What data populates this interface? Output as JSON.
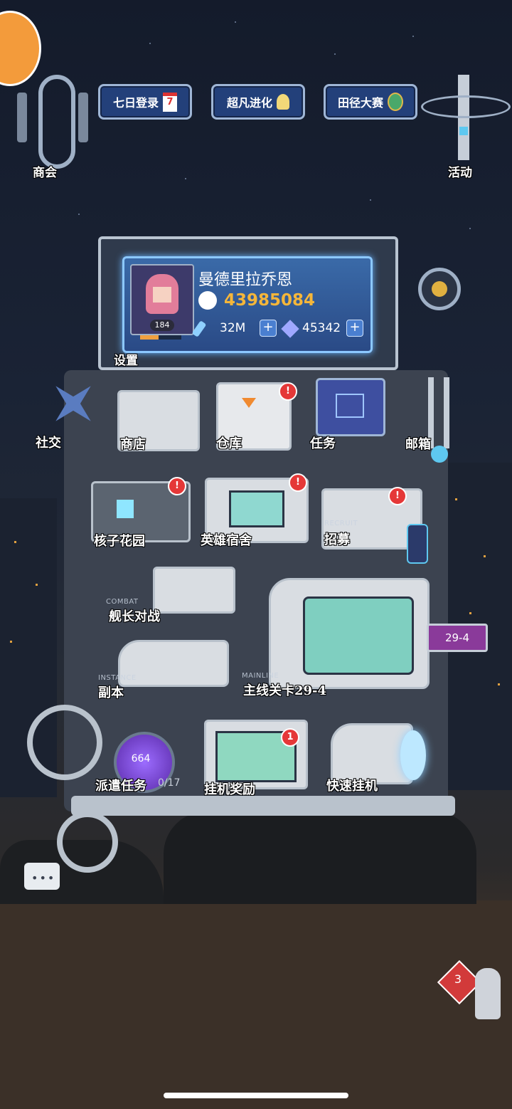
{
  "top_left": {
    "guild_label": "商会"
  },
  "top_right": {
    "activity_label": "活动"
  },
  "event_buttons": [
    {
      "label": "七日登录",
      "icon": "calendar-icon",
      "badge": "7"
    },
    {
      "label": "超凡进化",
      "icon": "lamp-icon"
    },
    {
      "label": "田径大赛",
      "icon": "medal-icon"
    }
  ],
  "profile": {
    "name": "曼德里拉乔恩",
    "level": "184",
    "power": "43985084",
    "currency_a": "32M",
    "currency_b": "45342",
    "settings_label": "设置"
  },
  "facilities": {
    "social": "社交",
    "shop": "商店",
    "warehouse": "仓库",
    "tasks": "任务",
    "mailbox": "邮箱",
    "core_garden": "核子花园",
    "hero_dorm": "英雄宿舍",
    "recruit": "招募",
    "recruit_tag": "RECRUIT",
    "captain_battle": "舰长对战",
    "combat_tag": "COMBAT",
    "mainline_stage": "主线关卡29-4",
    "mainline_tag": "MAINLINE",
    "stage_badge": "29-4",
    "instance": "副本",
    "instance_tag": "INSTANCE",
    "dispatch": "派遣任务",
    "dispatch_progress": "0/17",
    "dispatch_count": "664",
    "idle_reward": "挂机奖励",
    "idle_reward_badge": "1",
    "quick_idle": "快速挂机"
  },
  "alerts": {
    "mark": "!"
  },
  "assistant": {
    "badge": "3"
  },
  "colors": {
    "power": "#f5b63a",
    "alert": "#e53838",
    "panel": "#2a4a86"
  }
}
